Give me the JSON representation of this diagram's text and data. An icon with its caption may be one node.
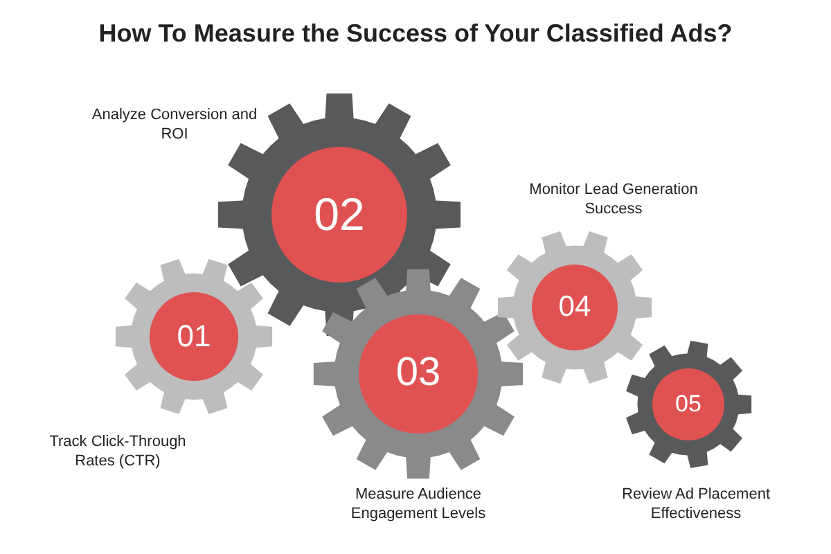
{
  "diagram": {
    "title": "How To Measure the Success of Your Classified Ads?",
    "nodes": [
      {
        "text": [
          "01"
        ],
        "beside": [
          "Track Click-Through Rates (CTR)"
        ]
      },
      {
        "text": [
          "02"
        ],
        "beside": [
          "Analyze Conversion and ROI"
        ]
      },
      {
        "text": [
          "03"
        ],
        "beside": [
          "Measure Audience Engagement Levels"
        ]
      },
      {
        "text": [
          "04"
        ],
        "beside": [
          "Monitor Lead Generation Success"
        ]
      },
      {
        "text": [
          "05"
        ],
        "beside": [
          "Review Ad Placement Effectiveness"
        ]
      }
    ]
  }
}
